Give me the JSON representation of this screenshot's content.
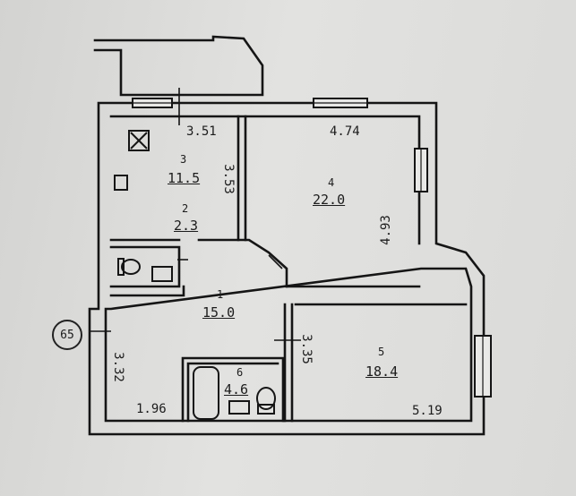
{
  "plan": {
    "rooms": [
      {
        "id": "1",
        "number": "1",
        "area": "15.0"
      },
      {
        "id": "2",
        "number": "2",
        "area": "2.3"
      },
      {
        "id": "3",
        "number": "3",
        "area": "11.5"
      },
      {
        "id": "4",
        "number": "4",
        "area": "22.0"
      },
      {
        "id": "5",
        "number": "5",
        "area": "18.4"
      },
      {
        "id": "6",
        "number": "6",
        "area": "4.6"
      }
    ],
    "dimensions": {
      "kitchen_width": "3.51",
      "kitchen_depth": "3.53",
      "room4_width": "4.74",
      "room4_depth": "4.93",
      "hall_depth": "3.32",
      "hall_width": "1.96",
      "room5_depth": "3.35",
      "room5_width": "5.19"
    },
    "marker": "65"
  }
}
